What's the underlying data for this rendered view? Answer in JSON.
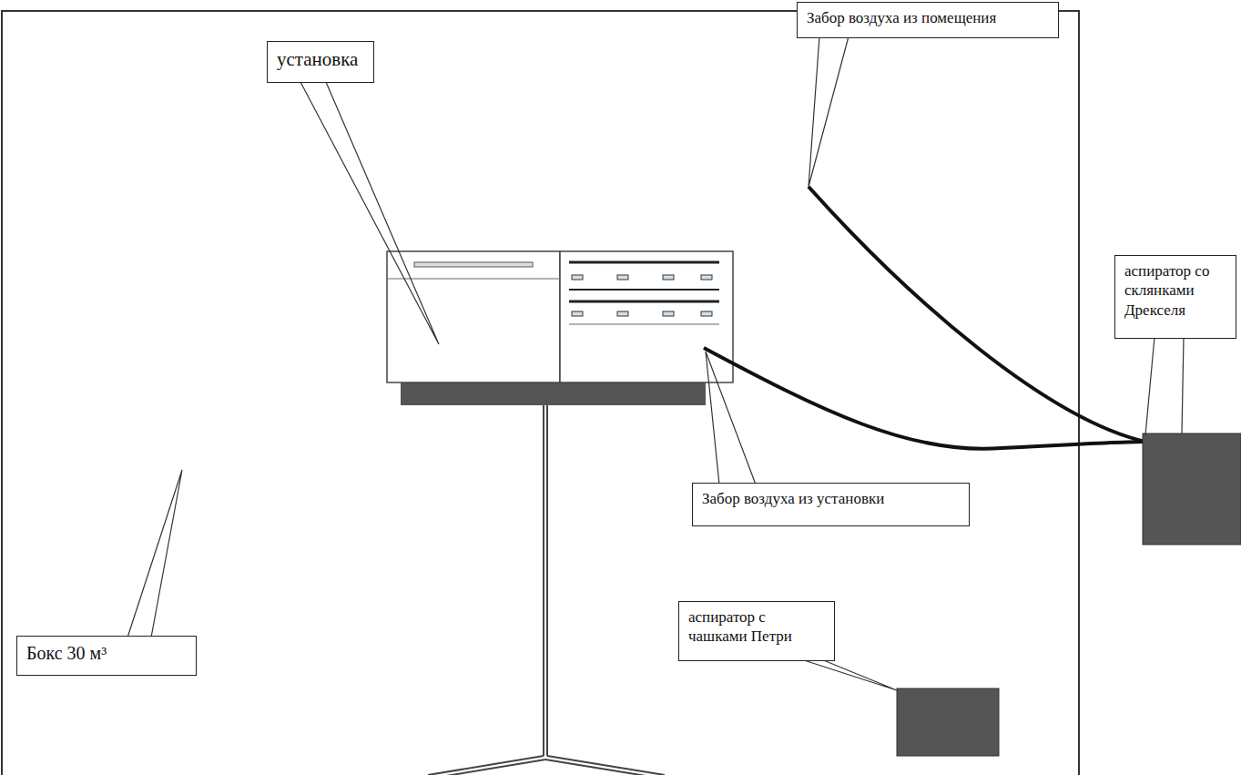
{
  "diagram": {
    "nodes": [
      {
        "text": [
          "установка"
        ]
      },
      {
        "text": [
          "Забор воздуха из помещения"
        ]
      },
      {
        "text": [
          "аспиратор со склянками Дрекселя"
        ]
      },
      {
        "text": [
          "Забор воздуха из установки"
        ]
      },
      {
        "text": [
          "аспиратор с чашками Петри"
        ]
      },
      {
        "text": [
          "Бокс 30 м³"
        ]
      }
    ]
  }
}
